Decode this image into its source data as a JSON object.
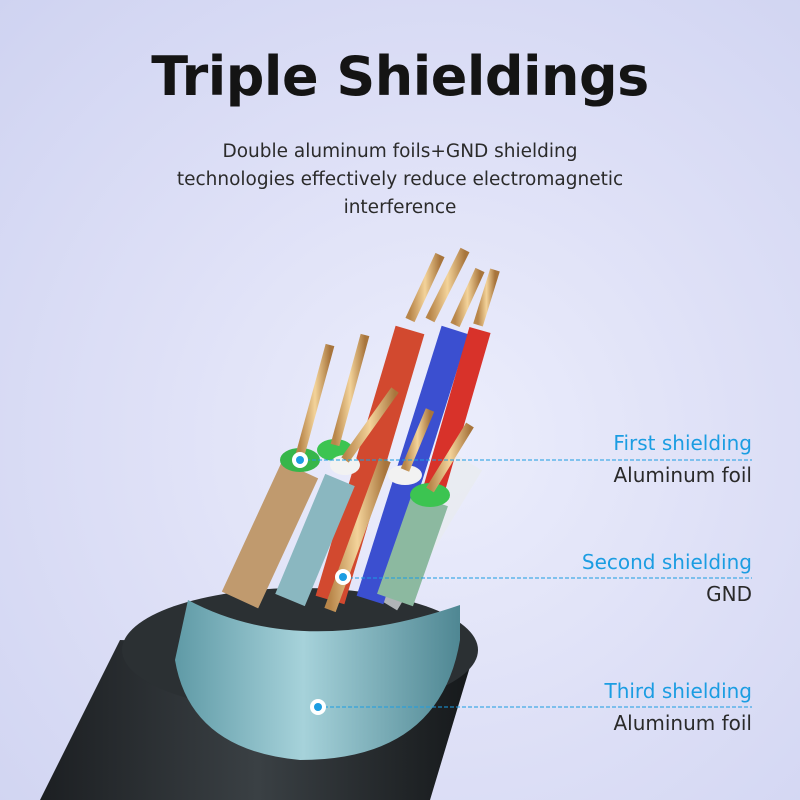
{
  "title": "Triple Shieldings",
  "subtitle": [
    "Double aluminum foils+GND shielding",
    "technologies effectively reduce electromagnetic",
    "interference"
  ],
  "callouts": [
    {
      "heading": "First shielding",
      "detail": "Aluminum foil"
    },
    {
      "heading": "Second shielding",
      "detail": "GND"
    },
    {
      "heading": "Third shielding",
      "detail": "Aluminum foil"
    }
  ],
  "colors": {
    "accent": "#1b9de2",
    "background": "#dfe1f7",
    "title": "#141414"
  }
}
